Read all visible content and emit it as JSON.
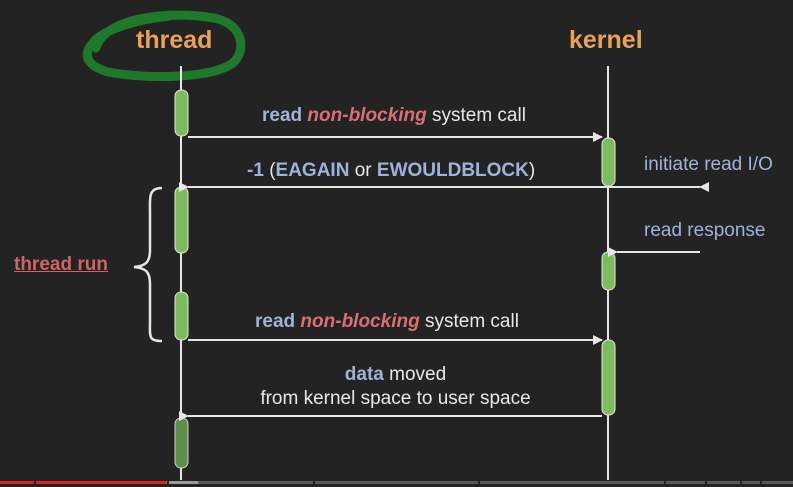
{
  "participants": {
    "thread": "thread",
    "kernel": "kernel"
  },
  "messages": {
    "call1": {
      "kw": "read",
      "em": "non-blocking",
      "rest": "system call"
    },
    "reply1": {
      "code": "-1",
      "open": "(",
      "err1": "EAGAIN",
      "or": "or",
      "err2": "EWOULDBLOCK",
      "close": ")"
    },
    "initiate": "initiate read I/O",
    "response": "read response",
    "call2": {
      "kw": "read",
      "em": "non-blocking",
      "rest": "system call"
    },
    "data_moved": {
      "kw": "data",
      "rest": "moved",
      "line2": "from kernel space to user space"
    }
  },
  "thread_run_label": "thread run",
  "colors": {
    "background": "#232323",
    "lifeline": "#e6e6e6",
    "activation": "#7dbb5e",
    "activation_dim": "#5f8f4b",
    "heading": "#e9a15c",
    "keyword": "#9fb3d9",
    "emphasis": "#d86f73",
    "circle": "#1e7a2a",
    "progress": "#e02020"
  },
  "progress": {
    "played_fraction": 0.21,
    "buffered_fraction": 0.25
  }
}
